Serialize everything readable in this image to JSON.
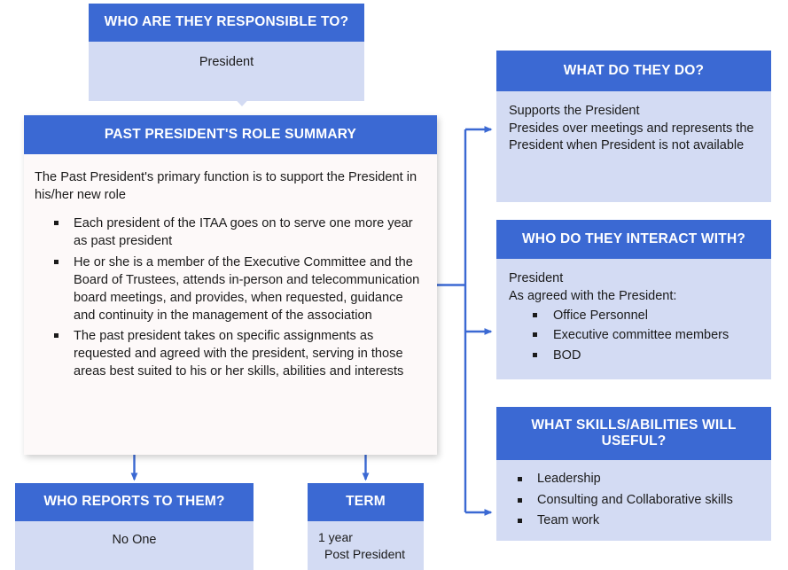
{
  "diagram": {
    "title": "Past President's Role Summary org chart",
    "accent_color": "#3b69d3",
    "body_color": "#d3dbf3",
    "main_body_color": "#fdf9f9",
    "connector_color": "#3b69d3"
  },
  "responsible_to": {
    "header": "WHO ARE THEY RESPONSIBLE TO?",
    "body": "President"
  },
  "main": {
    "header": "PAST PRESIDENT'S ROLE SUMMARY",
    "lede": "The Past President's primary function is to support the President in his/her new role",
    "bullets": [
      "Each president of the ITAA goes on to serve one more year as past president",
      "He or she is a member of the Executive Committee and the Board of Trustees, attends in-person and telecommunication board meetings, and provides, when requested, guidance and continuity in the management of the association",
      "The past president takes on specific assignments as requested and agreed with the president, serving in those areas best suited to his or her skills, abilities and interests"
    ]
  },
  "what_do_they_do": {
    "header": "WHAT DO THEY DO?",
    "line1": "Supports the President",
    "line2": "Presides over meetings and represents the President when President is not available"
  },
  "interact_with": {
    "header": "WHO DO THEY INTERACT WITH?",
    "line1": "President",
    "line2": "As agreed with the President:",
    "bullets": [
      "Office Personnel",
      "Executive committee members",
      "BOD"
    ]
  },
  "skills": {
    "header_line1": "WHAT SKILLS/ABILITIES WILL",
    "header_line2": "USEFUL?",
    "bullets": [
      "Leadership",
      "Consulting and Collaborative skills",
      "Team work"
    ]
  },
  "reports_to_them": {
    "header": "WHO REPORTS TO THEM?",
    "body": "No One"
  },
  "term": {
    "header": "TERM",
    "line1": "1 year",
    "line2": "Post President"
  }
}
